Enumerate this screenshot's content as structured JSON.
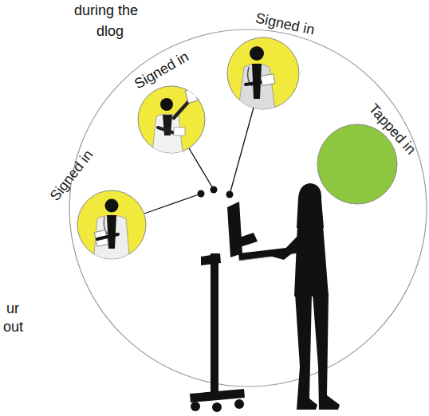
{
  "diagram": {
    "nodes": [
      {
        "text": [
          "Signed in"
        ]
      },
      {
        "text": [
          "Signed in"
        ]
      },
      {
        "text": [
          "Signed in"
        ]
      },
      {
        "text": [
          "Tapped in"
        ]
      }
    ],
    "labels": [
      "during the",
      "dlog",
      "ur",
      "out"
    ]
  }
}
